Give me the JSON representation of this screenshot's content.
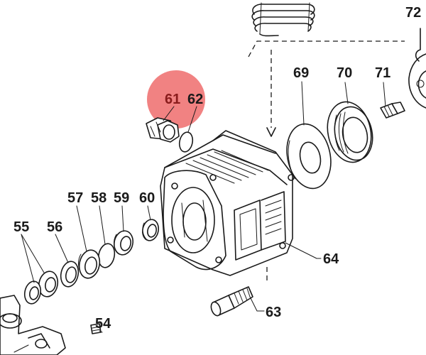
{
  "diagram": {
    "highlight_color": "#ee6c6c",
    "line_color": "#1a1a1a",
    "parts": [
      {
        "id": "p54",
        "label": "54"
      },
      {
        "id": "p55",
        "label": "55"
      },
      {
        "id": "p56",
        "label": "56"
      },
      {
        "id": "p57",
        "label": "57"
      },
      {
        "id": "p58",
        "label": "58"
      },
      {
        "id": "p59",
        "label": "59"
      },
      {
        "id": "p60",
        "label": "60"
      },
      {
        "id": "p61",
        "label": "61",
        "highlighted": true
      },
      {
        "id": "p62",
        "label": "62"
      },
      {
        "id": "p63",
        "label": "63"
      },
      {
        "id": "p64",
        "label": "64"
      },
      {
        "id": "p69",
        "label": "69"
      },
      {
        "id": "p70",
        "label": "70"
      },
      {
        "id": "p71",
        "label": "71"
      },
      {
        "id": "p72",
        "label": "72"
      }
    ]
  }
}
